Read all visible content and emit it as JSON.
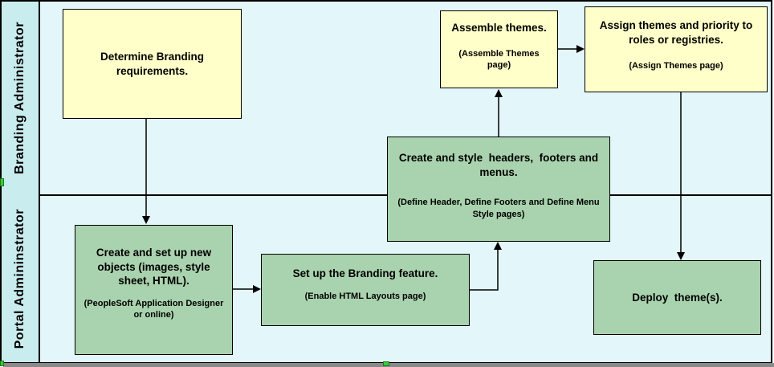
{
  "colors": {
    "frame-bg": "#E3F6FA",
    "lane-strip-bg": "#C9ECEE",
    "yellow-box": "#FFFFC9",
    "green-box": "#A9D3AE",
    "line": "#000000",
    "shadow": "#8A8A8A",
    "handle": "#3CC83C"
  },
  "lanes": [
    {
      "label": "Branding Administrator"
    },
    {
      "label": "Portal Admininstrator"
    }
  ],
  "boxes": {
    "determine": {
      "title": "Determine Branding requirements."
    },
    "assemble": {
      "title": "Assemble themes.",
      "subtitle": "(Assemble Themes page)"
    },
    "assign": {
      "title": "Assign themes and priority to roles or registries.",
      "subtitle": "(Assign Themes page)"
    },
    "create_style": {
      "title": "Create and style  headers,  footers and menus.",
      "subtitle": "(Define Header, Define Footers and Define Menu Style pages)"
    },
    "create_objects": {
      "title": "Create and set up new objects (images, style sheet, HTML).",
      "subtitle": "(PeopleSoft Application Designer or online)"
    },
    "setup_branding": {
      "title": "Set up the Branding feature.",
      "subtitle": "(Enable HTML Layouts page)"
    },
    "deploy": {
      "title": "Deploy  theme(s)."
    }
  }
}
